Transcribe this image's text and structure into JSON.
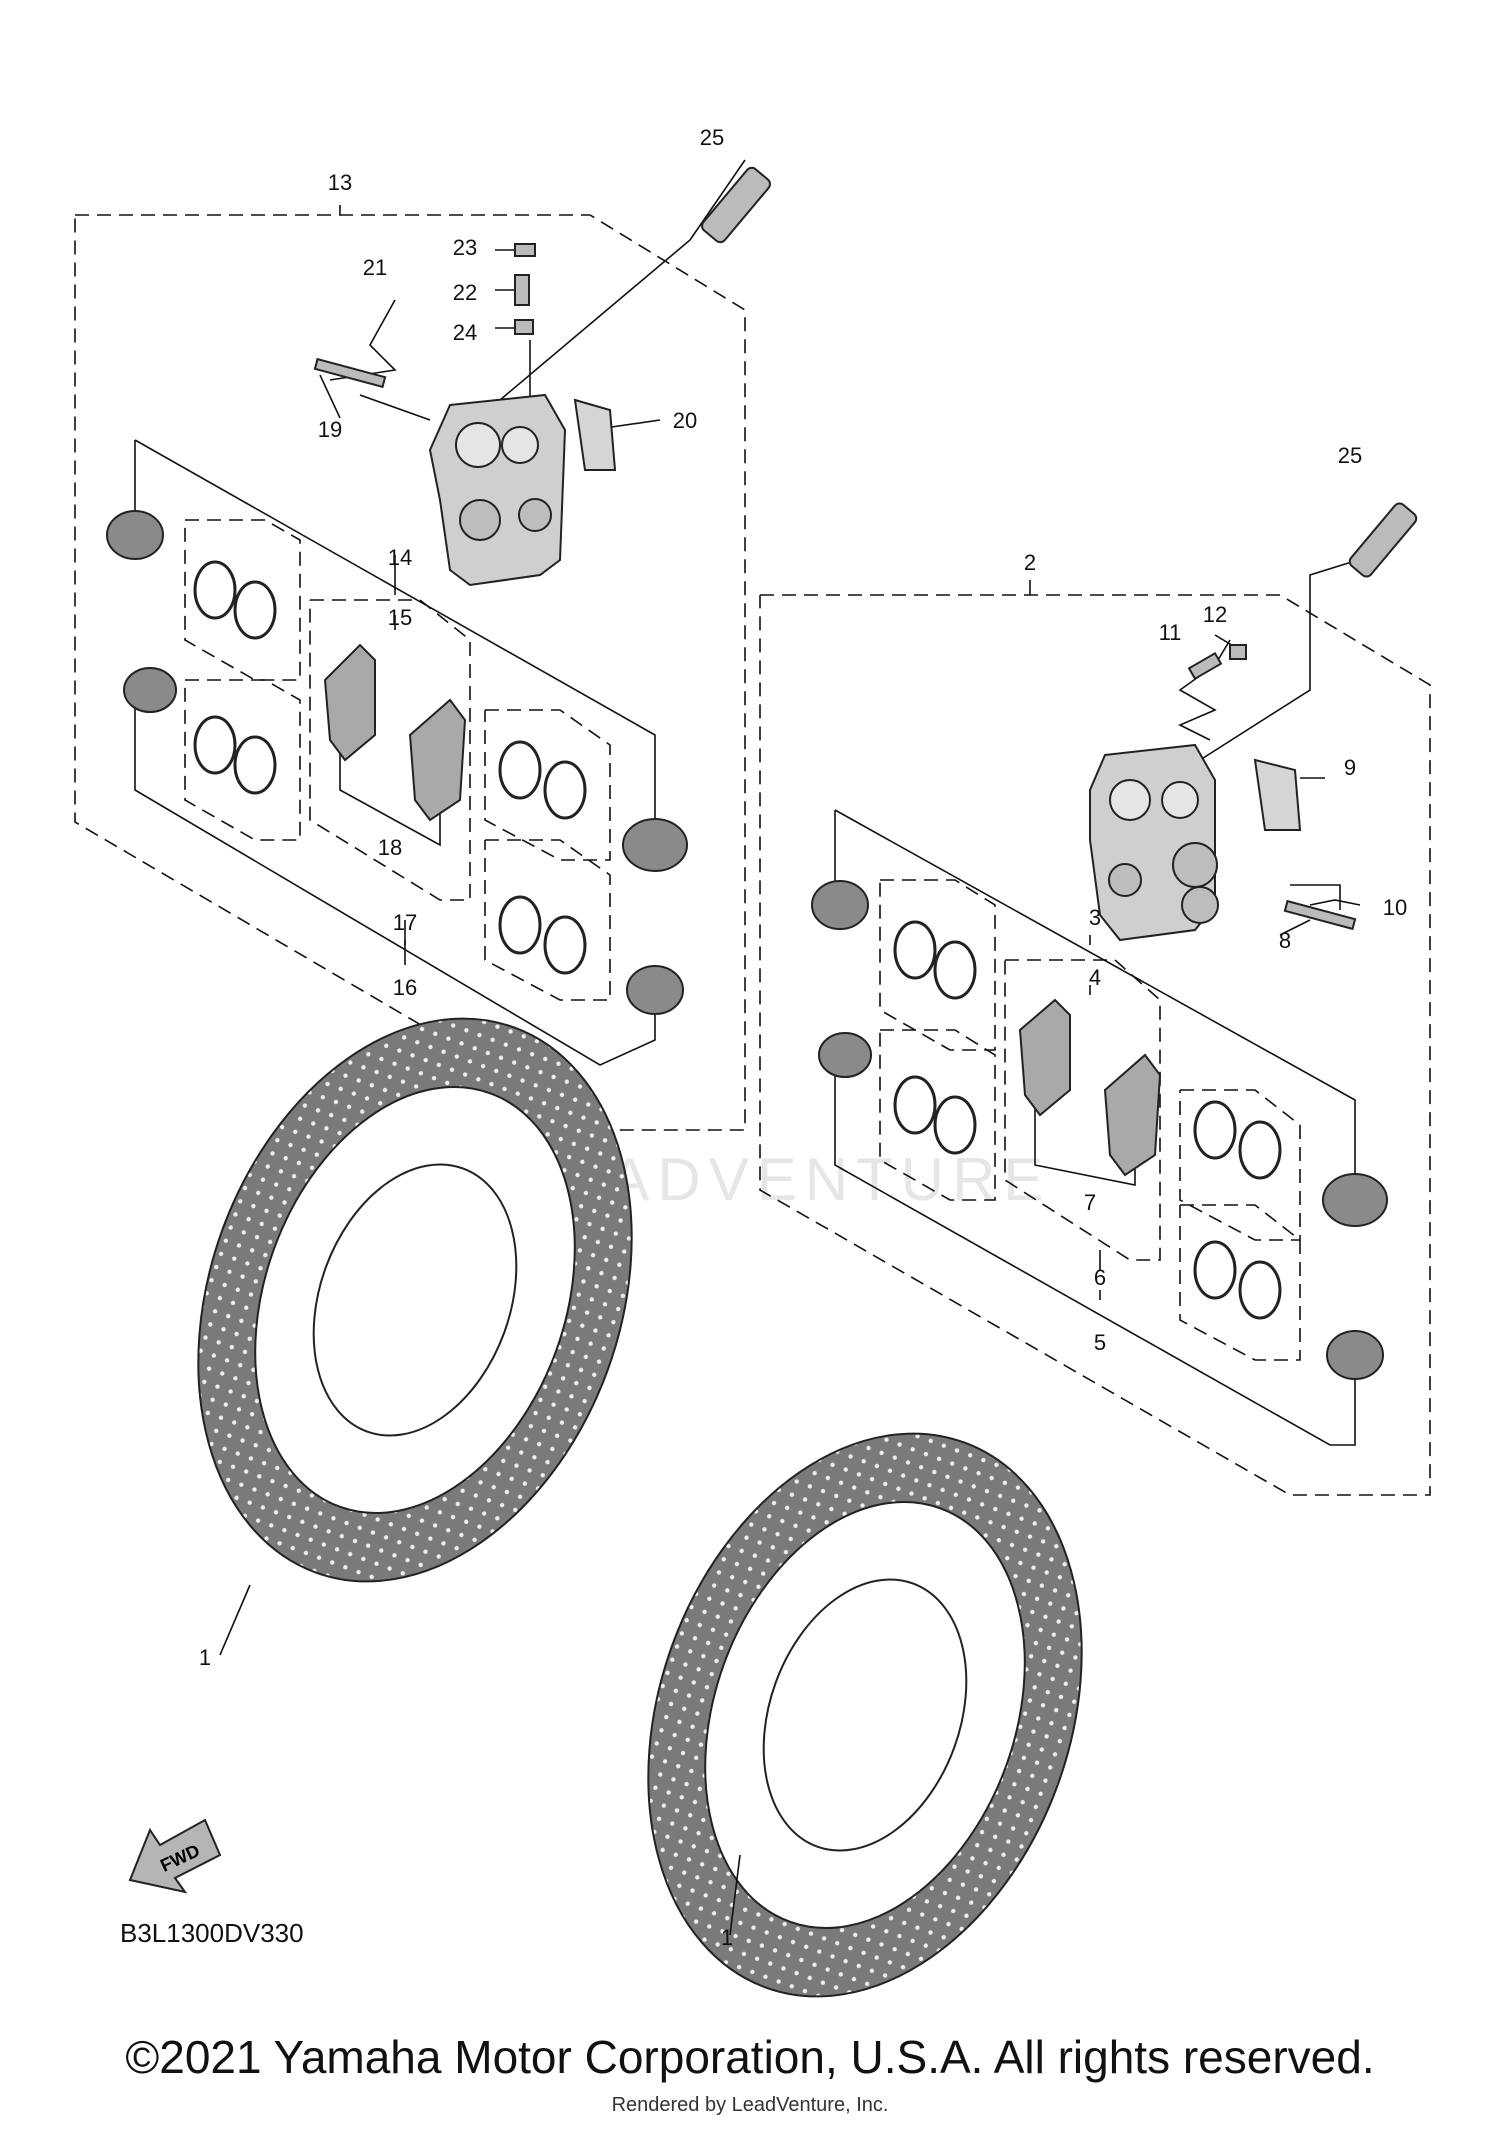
{
  "diagram": {
    "code": "B3L1300DV330",
    "fwd_label": "FWD",
    "watermark": "LEADVENTURE",
    "callouts": [
      "1",
      "1",
      "2",
      "3",
      "4",
      "5",
      "6",
      "7",
      "8",
      "9",
      "10",
      "11",
      "12",
      "13",
      "14",
      "15",
      "16",
      "17",
      "18",
      "19",
      "20",
      "21",
      "22",
      "23",
      "24",
      "25",
      "25"
    ]
  },
  "footer": {
    "copyright": "©2021 Yamaha Motor Corporation, U.S.A. All rights reserved.",
    "rendered_by": "Rendered by LeadVenture, Inc."
  },
  "colors": {
    "line": "#111111",
    "part_fill": "#cfcfcf",
    "disc_fill": "#6f6f6f",
    "background": "#ffffff"
  },
  "icons": [
    "fwd-arrow-icon"
  ]
}
